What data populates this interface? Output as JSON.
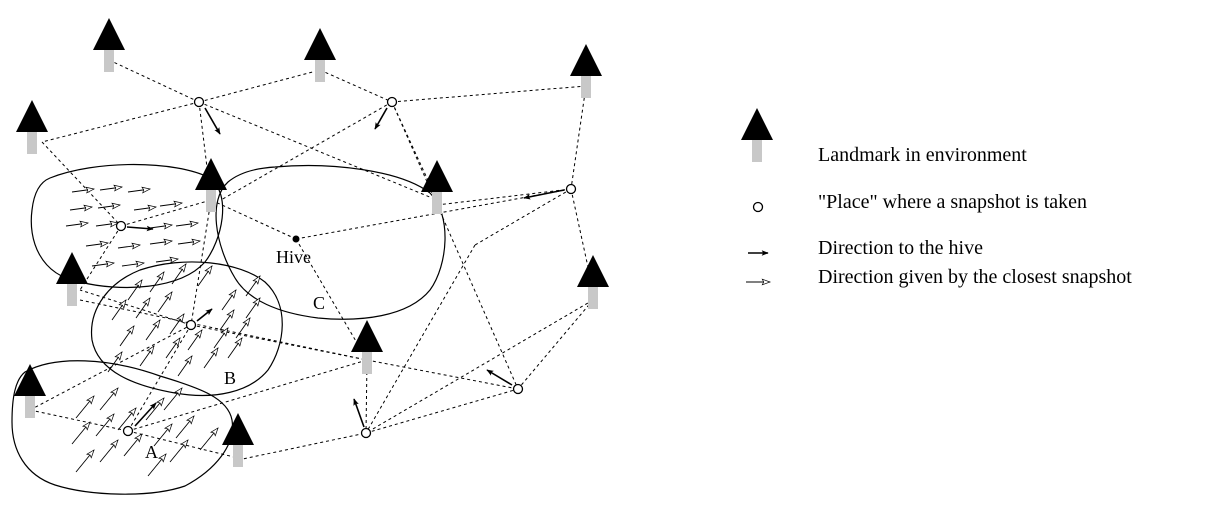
{
  "figure": {
    "labels": {
      "hive": "Hive",
      "region_a": "A",
      "region_b": "B",
      "region_c": "C"
    },
    "legend": [
      {
        "icon": "landmark-icon",
        "text": "Landmark in environment"
      },
      {
        "icon": "place-icon",
        "text": "\"Place\" where a snapshot is taken"
      },
      {
        "icon": "solid-arrow-icon",
        "text": "Direction to the hive"
      },
      {
        "icon": "hollow-arrow-icon",
        "text": "Direction given by the closest snapshot"
      }
    ],
    "colors": {
      "landmark_head": "#000000",
      "landmark_stem": "#c8c8c8",
      "lines": "#000000",
      "background": "#ffffff"
    }
  }
}
